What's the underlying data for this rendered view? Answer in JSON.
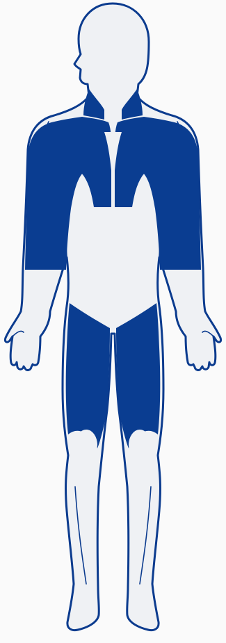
{
  "figure": {
    "view": "anterior",
    "icon": "human-body-outline-icon",
    "colors": {
      "background": "#fafafa",
      "body_fill": "#eff1f4",
      "outline": "#0b3b8e",
      "highlight": "#0a3d91"
    },
    "highlighted_regions": [
      "neck",
      "shoulders",
      "upper-chest",
      "upper-arms",
      "thighs"
    ]
  }
}
